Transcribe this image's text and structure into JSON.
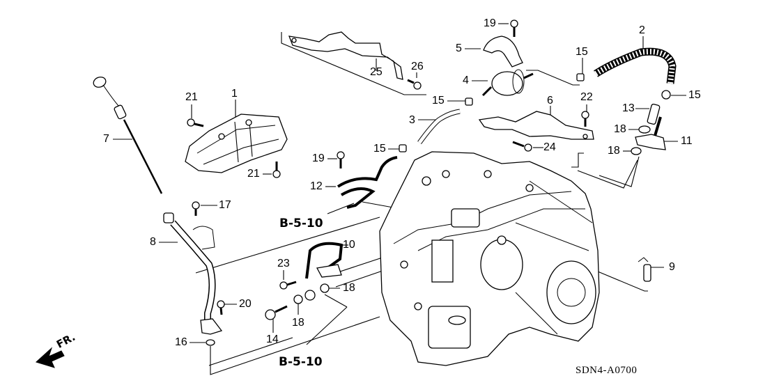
{
  "diagram": {
    "type": "exploded-parts-diagram",
    "subject": "Automatic transmission assembly with accessories",
    "drawing_code": "SDN4-A0700",
    "front_indicator": "FR.",
    "cross_references": [
      {
        "id": "ref-upper",
        "text": "B-5-10"
      },
      {
        "id": "ref-lower",
        "text": "B-5-10"
      }
    ],
    "callouts": [
      {
        "id": "c1",
        "number": "1"
      },
      {
        "id": "c2",
        "number": "2"
      },
      {
        "id": "c3",
        "number": "3"
      },
      {
        "id": "c4",
        "number": "4"
      },
      {
        "id": "c5",
        "number": "5"
      },
      {
        "id": "c6",
        "number": "6"
      },
      {
        "id": "c7",
        "number": "7"
      },
      {
        "id": "c8",
        "number": "8"
      },
      {
        "id": "c9",
        "number": "9"
      },
      {
        "id": "c10",
        "number": "10"
      },
      {
        "id": "c11",
        "number": "11"
      },
      {
        "id": "c12",
        "number": "12"
      },
      {
        "id": "c13",
        "number": "13"
      },
      {
        "id": "c14",
        "number": "14"
      },
      {
        "id": "c15a",
        "number": "15"
      },
      {
        "id": "c15b",
        "number": "15"
      },
      {
        "id": "c15c",
        "number": "15"
      },
      {
        "id": "c15d",
        "number": "15"
      },
      {
        "id": "c16",
        "number": "16"
      },
      {
        "id": "c17",
        "number": "17"
      },
      {
        "id": "c18a",
        "number": "18"
      },
      {
        "id": "c18b",
        "number": "18"
      },
      {
        "id": "c18c",
        "number": "18"
      },
      {
        "id": "c18d",
        "number": "18"
      },
      {
        "id": "c19a",
        "number": "19"
      },
      {
        "id": "c19b",
        "number": "19"
      },
      {
        "id": "c20",
        "number": "20"
      },
      {
        "id": "c21a",
        "number": "21"
      },
      {
        "id": "c21b",
        "number": "21"
      },
      {
        "id": "c22",
        "number": "22"
      },
      {
        "id": "c23",
        "number": "23"
      },
      {
        "id": "c24",
        "number": "24"
      },
      {
        "id": "c25",
        "number": "25"
      },
      {
        "id": "c26",
        "number": "26"
      }
    ]
  }
}
